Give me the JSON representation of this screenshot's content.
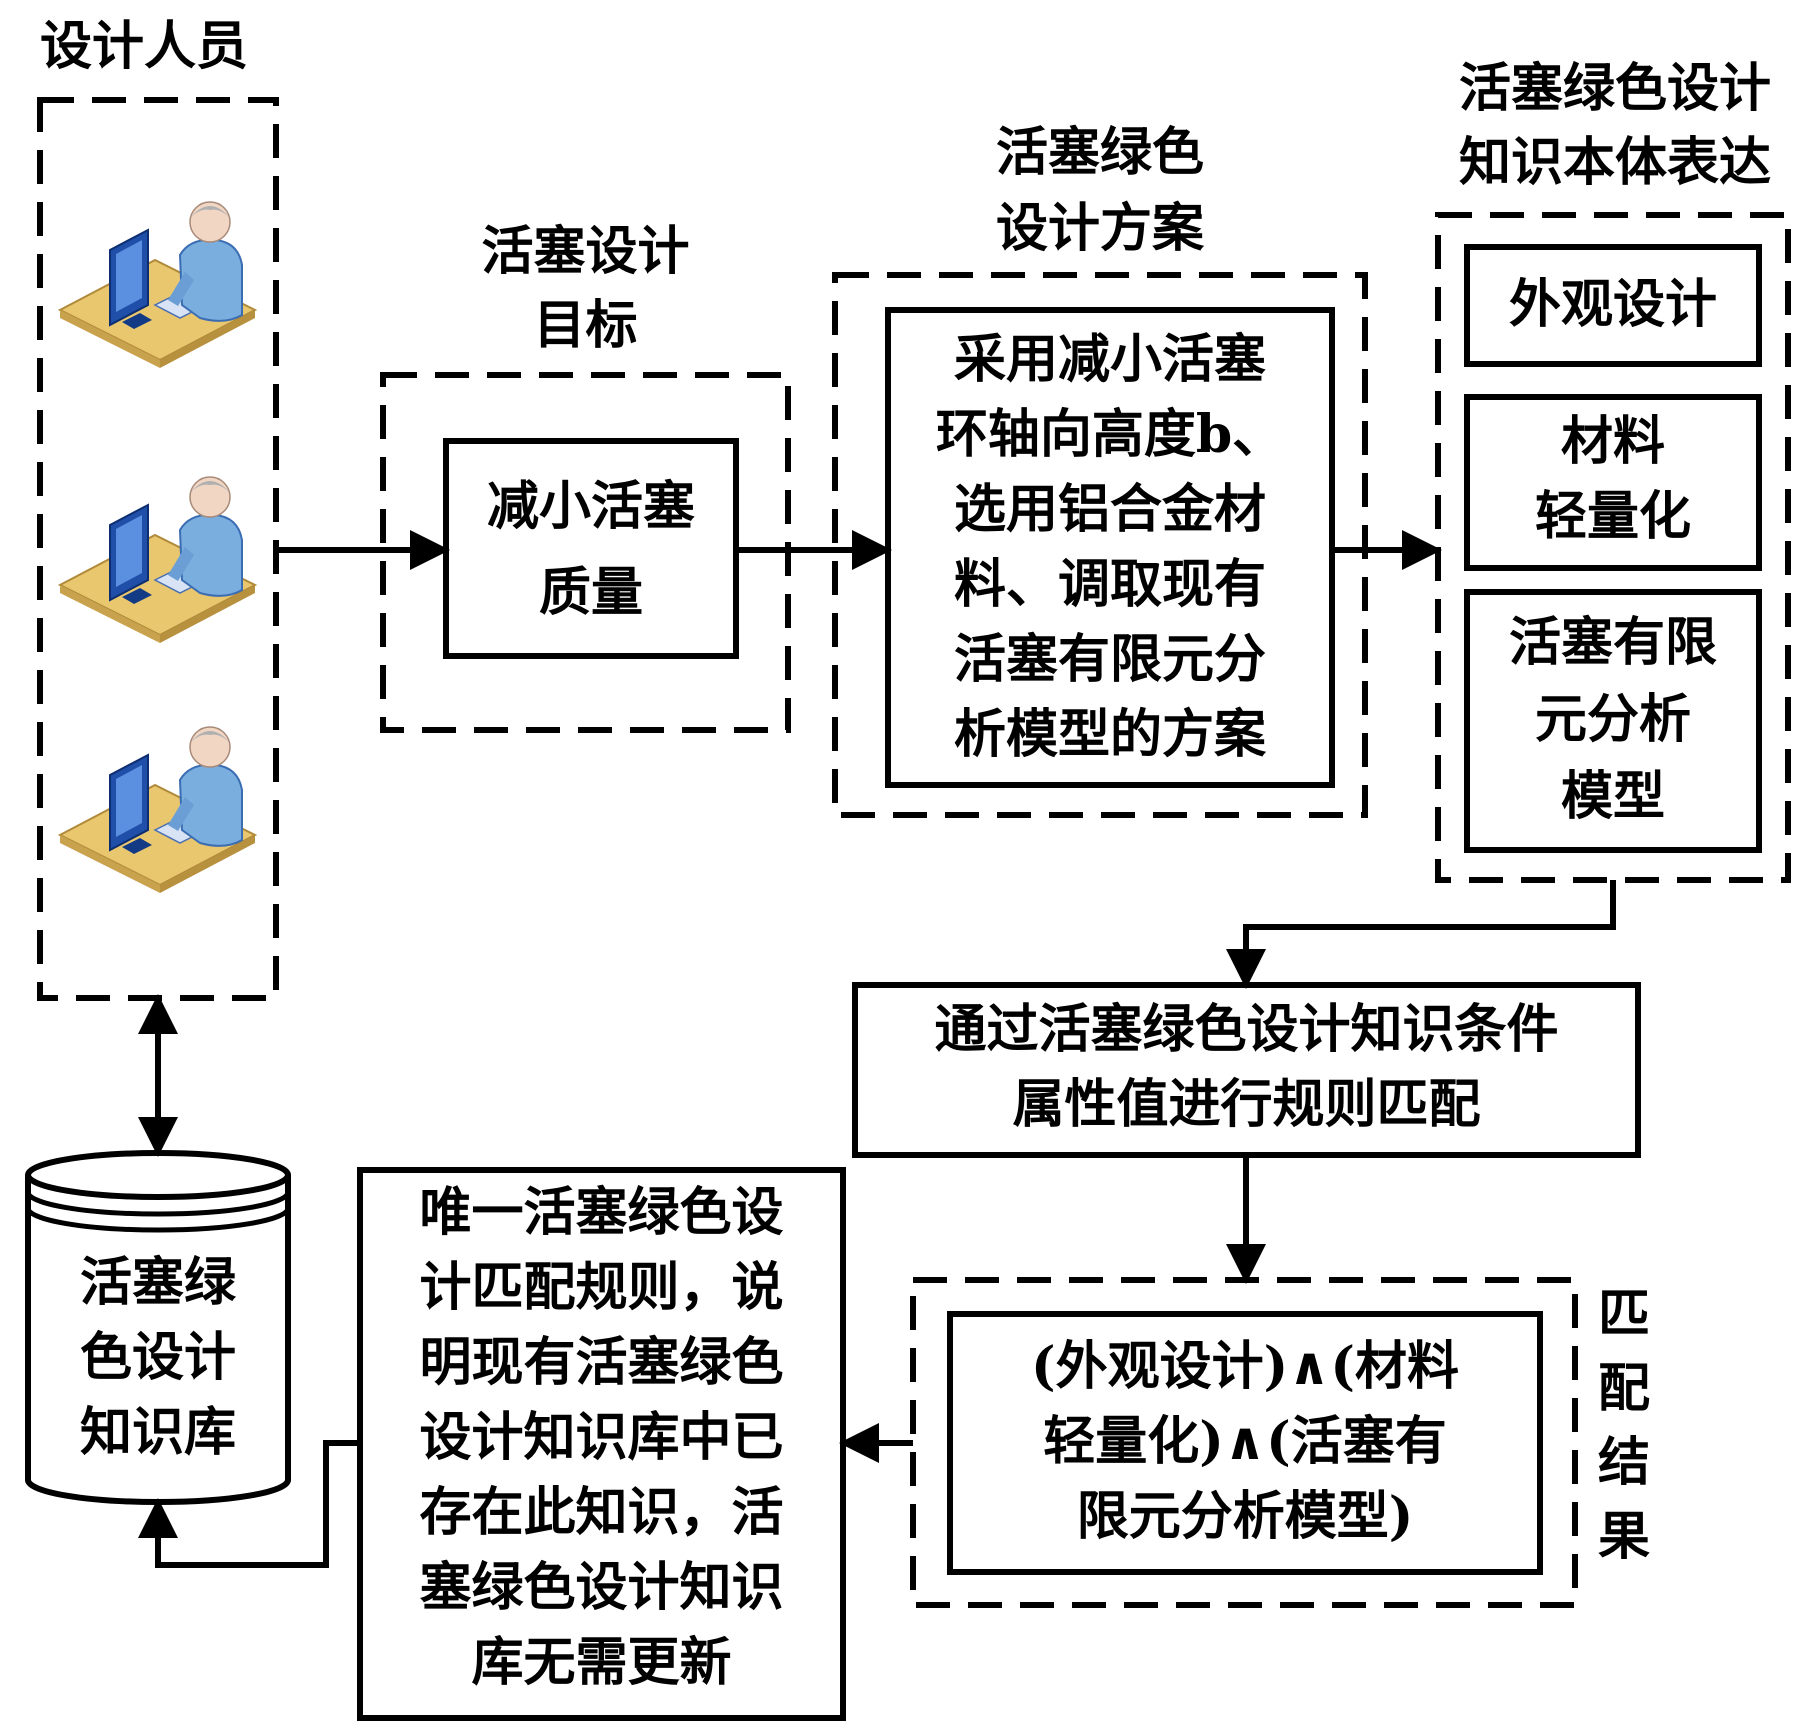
{
  "designers": {
    "title": "设计人员"
  },
  "goal": {
    "title": [
      "活塞设计",
      "目标"
    ],
    "box": [
      "减小活塞",
      "质量"
    ]
  },
  "scheme": {
    "title": [
      "活塞绿色",
      "设计方案"
    ],
    "box": [
      "采用减小活塞",
      "环轴向高度b、",
      "选用铝合金材",
      "料、调取现有",
      "活塞有限元分",
      "析模型的方案"
    ]
  },
  "ontology": {
    "title": [
      "活塞绿色设计",
      "知识本体表达"
    ],
    "items": [
      {
        "lines": [
          "外观设计"
        ]
      },
      {
        "lines": [
          "材料",
          "轻量化"
        ]
      },
      {
        "lines": [
          "活塞有限",
          "元分析",
          "模型"
        ]
      }
    ]
  },
  "matching": {
    "box": [
      "通过活塞绿色设计知识条件",
      "属性值进行规则匹配"
    ]
  },
  "result": {
    "label": [
      "匹",
      "配",
      "结",
      "果"
    ],
    "box": [
      "(外观设计)∧(材料",
      "轻量化)∧(活塞有",
      "限元分析模型)"
    ]
  },
  "rule": {
    "box": [
      "唯一活塞绿色设",
      "计匹配规则，说",
      "明现有活塞绿色",
      "设计知识库中已",
      "存在此知识，活",
      "塞绿色设计知识",
      "库无需更新"
    ]
  },
  "knowledge_base": {
    "label": [
      "活塞绿",
      "色设计",
      "知识库"
    ]
  },
  "icons": {
    "person": "designer-at-computer-icon",
    "database": "database-cylinder-icon"
  }
}
